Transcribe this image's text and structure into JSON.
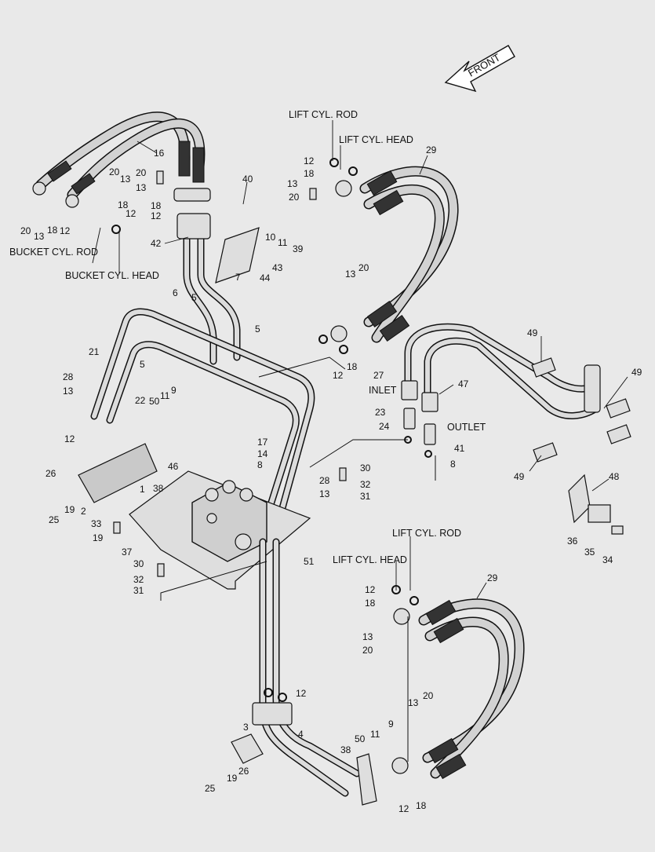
{
  "diagram": {
    "front_label": "FRONT",
    "captions": {
      "lift_cyl_rod_top": "LIFT CYL. ROD",
      "lift_cyl_head_top": "LIFT CYL. HEAD",
      "bucket_cyl_rod": "BUCKET CYL. ROD",
      "bucket_cyl_head": "BUCKET CYL. HEAD",
      "inlet": "INLET",
      "outlet": "OUTLET",
      "lift_cyl_rod_bottom": "LIFT CYL. ROD",
      "lift_cyl_head_bottom": "LIFT CYL. HEAD"
    },
    "part_numbers": [
      "16",
      "20",
      "13",
      "18",
      "12",
      "20",
      "13",
      "18",
      "12",
      "20",
      "13",
      "18",
      "12",
      "40",
      "10",
      "11",
      "39",
      "42",
      "43",
      "44",
      "7",
      "6",
      "5",
      "5",
      "12",
      "29",
      "18",
      "13",
      "20",
      "13",
      "20",
      "12",
      "18",
      "21",
      "28",
      "13",
      "5",
      "22",
      "50",
      "11",
      "9",
      "12",
      "17",
      "14",
      "8",
      "26",
      "25",
      "19",
      "1",
      "2",
      "38",
      "46",
      "33",
      "19",
      "37",
      "30",
      "32",
      "31",
      "30",
      "32",
      "31",
      "28",
      "13",
      "51",
      "49",
      "27",
      "47",
      "49",
      "23",
      "24",
      "41",
      "8",
      "49",
      "48",
      "36",
      "35",
      "34",
      "29",
      "12",
      "18",
      "13",
      "20",
      "12",
      "3",
      "4",
      "13",
      "20",
      "9",
      "11",
      "50",
      "38",
      "26",
      "19",
      "25",
      "12",
      "18"
    ]
  }
}
